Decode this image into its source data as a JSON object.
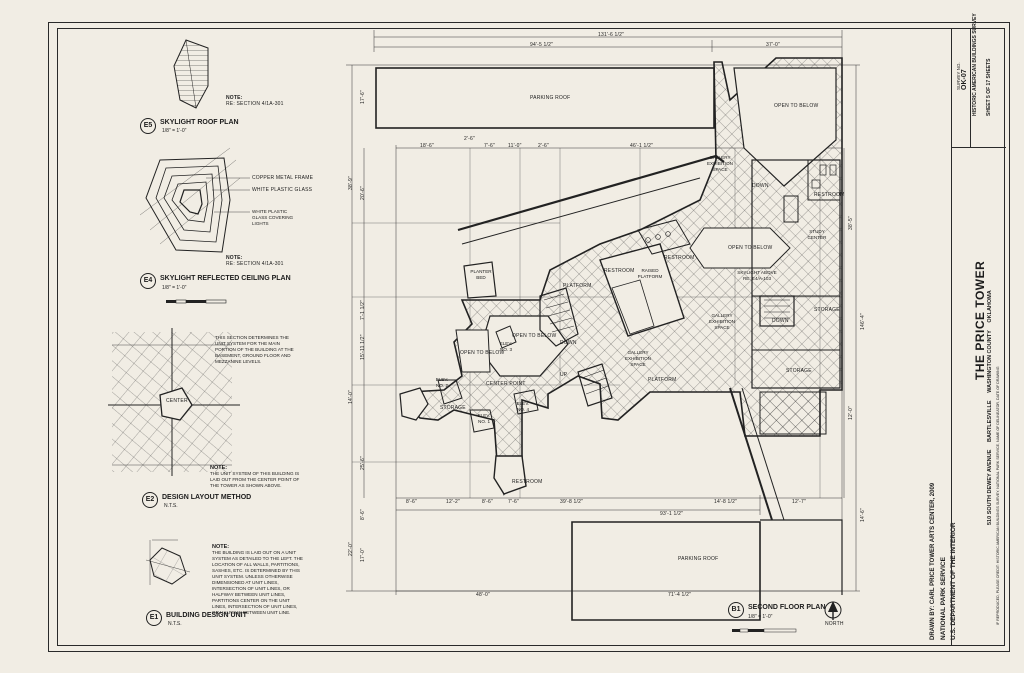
{
  "details": {
    "e5": {
      "key": "E5",
      "title": "SKYLIGHT ROOF PLAN",
      "scale": "1/8\" = 1'-0\"",
      "note_label": "NOTE:",
      "note_text": "RE: SECTION 4/1A-301"
    },
    "e4": {
      "key": "E4",
      "title": "SKYLIGHT REFLECTED CEILING PLAN",
      "scale": "1/8\" = 1'-0\"",
      "labels": [
        "COPPER METAL FRAME",
        "WHITE PLASTIC GLASS",
        "WHITE PLASTIC GLASS COVERING LIGHTS"
      ],
      "note_label": "NOTE:",
      "note_text": "RE: SECTION 4/1A-301"
    },
    "e2": {
      "key": "E2",
      "title": "DESIGN LAYOUT METHOD",
      "scale": "N.T.S.",
      "center_label": "CENTER",
      "top_note": "THIS SECTION DETERMINES THE UNIT SYSTEM FOR THE MAIN PORTION OF THE BUILDING AT THE BASEMENT, GROUND FLOOR AND MEZZANINE LEVELS.",
      "note_label": "NOTE:",
      "note_text": "THE UNIT SYSTEM OF THIS BUILDING IS LAID OUT FROM THE CENTER POINT OF THE TOWER AS SHOWN ABOVE."
    },
    "e1": {
      "key": "E1",
      "title": "BUILDING DESIGN UNIT",
      "scale": "N.T.S.",
      "note_label": "NOTE:",
      "note_text": "THE BUILDING IS LAID OUT ON A UNIT SYSTEM AS DETAILED TO THE LEFT. THE LOCATION OF ALL WALLS, PARTITIONS, SASHES, ETC. IS DETERMINED BY THIS UNIT SYSTEM. UNLESS OTHERWISE DIMENSIONED AT UNIT LINES, INTERSECTION OF UNIT LINES, OR HALFWAY BETWEEN UNIT LINES, PARTITIONS CENTER ON THE UNIT LINES, INTERSECTION OF UNIT LINES, OR HALFWAY BETWEEN UNIT LINE."
    }
  },
  "plan": {
    "key": "B1",
    "title": "SECOND FLOOR PLAN",
    "scale": "1/8\" = 1'-0\"",
    "north": "NORTH",
    "rooms": {
      "parking_roof_top": "PARKING ROOF",
      "parking_roof_bottom": "PARKING ROOF",
      "open_below_1": "OPEN TO BELOW",
      "open_below_2": "OPEN TO BELOW",
      "open_below_3": "OPEN TO BELOW",
      "open_below_4": "OPEN TO BELOW",
      "gallery_1": "GALLERY EXHIBITION SPACE",
      "gallery_2": "GALLERY EXHIBITION SPACE",
      "gallery_3": "GALLERY EXHIBITION SPACE",
      "restroom_1": "RESTROOM",
      "restroom_2": "RESTROOM",
      "restroom_3": "RESTROOM",
      "restroom_4": "RESTROOM",
      "storage_1": "STORAGE",
      "storage_2": "STORAGE",
      "storage_3": "STORAGE",
      "platform_1": "PLATFORM",
      "platform_2": "PLATFORM",
      "raised_platform": "RAISED PLATFORM",
      "planter_bed": "PLANTER BED",
      "study_center": "STUDY CENTER",
      "skylight": "SKYLIGHT ABOVE RE: E4/A-103",
      "center_point": "CENTER POINT",
      "elev_1": "ELEV. NO. 1",
      "elev_2": "ELEV. NO. 2",
      "elev_3": "ELEV. NO. 3",
      "elev_4": "ELEV. NO. 4",
      "down_1": "DOWN",
      "down_2": "DOWN",
      "down_3": "DOWN",
      "up": "UP"
    },
    "dims_top": [
      "131'-6 1/2\"",
      "94'-5 1/2\"",
      "37'-0\"",
      "18'-6\"",
      "2'-6\"",
      "7'-6\"",
      "11'-0\"",
      "2'-6\"",
      "46'-1 1/2\""
    ],
    "dims_bottom": [
      "8'-6\"",
      "12'-2\"",
      "8'-6\"",
      "7'-6\"",
      "39'-8 1/2\"",
      "14'-8 1/2\"",
      "12'-7\"",
      "93'-1 1/2\"",
      "48'-0\"",
      "71'-4 1/2\""
    ],
    "dims_left": [
      "17'-6\"",
      "38'-9\"",
      "20'-6\"",
      "7'-1 1/2\"",
      "15'-11 1/2\"",
      "14'-0\"",
      "25'-6\"",
      "8'-6\"",
      "22'-0\"",
      "17'-0\""
    ],
    "dims_right": [
      "38'-5\"",
      "146'-4\"",
      "12'-0\"",
      "14'-6\""
    ]
  },
  "footer": {
    "credit": "DRAWN BY: CARL PRICE TOWER ARTS CENTER, 2009",
    "agency_1": "NATIONAL PARK SERVICE",
    "agency_2": "U.S. DEPARTMENT OF THE INTERIOR"
  },
  "title_block": {
    "building": "THE PRICE TOWER",
    "address": "510 SOUTH DEWEY AVENUE",
    "city": "BARTLESVILLE",
    "county": "WASHINGTON COUNTY",
    "state": "OKLAHOMA",
    "fine_print": "IF REPRODUCED, PLEASE CREDIT: HISTORIC AMERICAN BUILDINGS SURVEY, NATIONAL PARK SERVICE, NAME OF DELINEATOR, DATE OF DRAWING",
    "survey": "HISTORIC AMERICAN BUILDINGS SURVEY",
    "survey_no_label": "SURVEY NO.",
    "survey_no": "OK-07",
    "sheet": "SHEET 5 OF 17 SHEETS"
  }
}
